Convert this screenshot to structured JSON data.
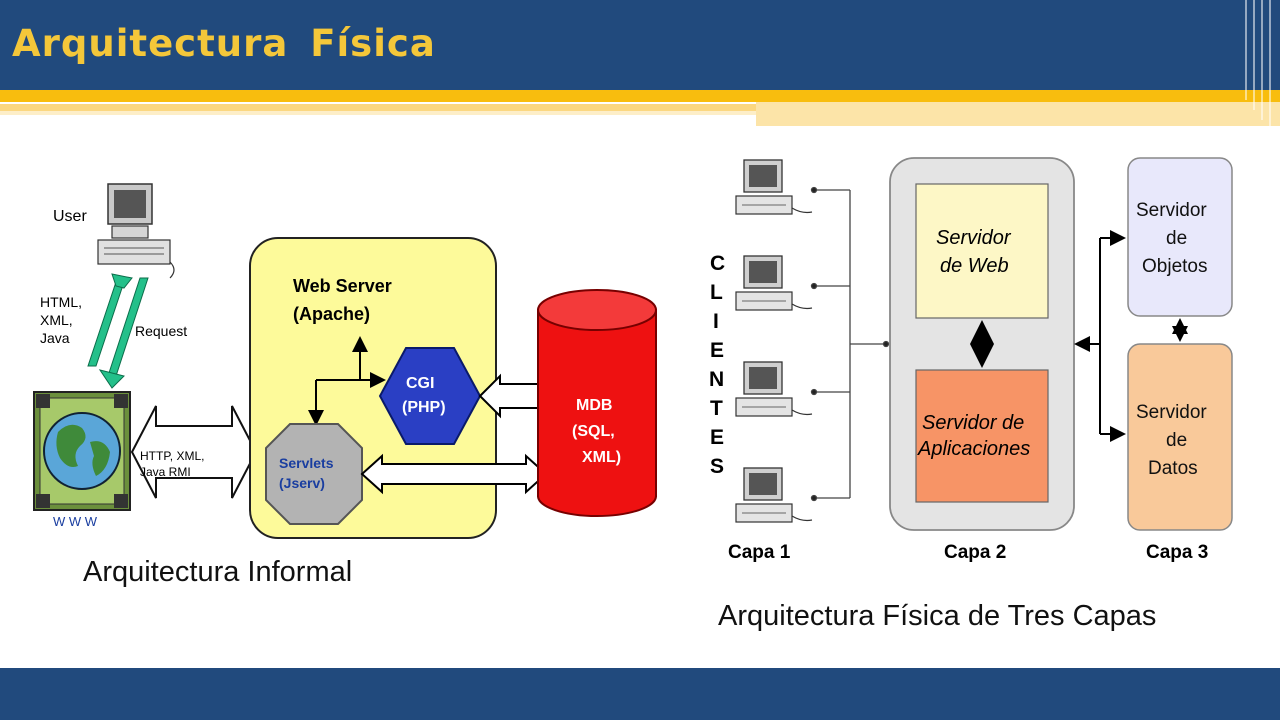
{
  "slide": {
    "title": "Arquitectura  Física",
    "caption_left": "Arquitectura Informal",
    "caption_right": "Arquitectura Física de Tres Capas"
  },
  "informal": {
    "user_label": "User",
    "response_label": [
      "HTML,",
      "XML,",
      "Java"
    ],
    "request_label": "Request",
    "protocol_label": [
      "HTTP, XML,",
      "Java RMI"
    ],
    "www_label": "W W W",
    "webserver_label": [
      "Web Server",
      "(Apache)"
    ],
    "cgi_label": [
      "CGI",
      "(PHP)"
    ],
    "servlets_label": [
      "Servlets",
      "(Jserv)"
    ],
    "db_label": [
      "MDB",
      "(SQL,",
      "XML)"
    ],
    "colors": {
      "server_box": "#fdfa9a",
      "cgi": "#2a3fc4",
      "servlets": "#b3b3b3",
      "db": "#ee1111",
      "arrow_green": "#24c08a"
    }
  },
  "tiers": {
    "clients_label": [
      "C",
      "L",
      "I",
      "E",
      "N",
      "T",
      "E",
      "S"
    ],
    "web_server": [
      "Servidor",
      "de Web"
    ],
    "app_server": [
      "Servidor de",
      "Aplicaciones"
    ],
    "object_server": [
      "Servidor",
      "de",
      "Objetos"
    ],
    "data_server": [
      "Servidor",
      "de",
      "Datos"
    ],
    "layer_labels": [
      "Capa 1",
      "Capa 2",
      "Capa 3"
    ],
    "colors": {
      "capa2_box": "#e4e4e4",
      "web": "#fdf7c6",
      "app": "#f79466",
      "objects": "#e8e8fb",
      "data": "#f9c99a"
    }
  }
}
